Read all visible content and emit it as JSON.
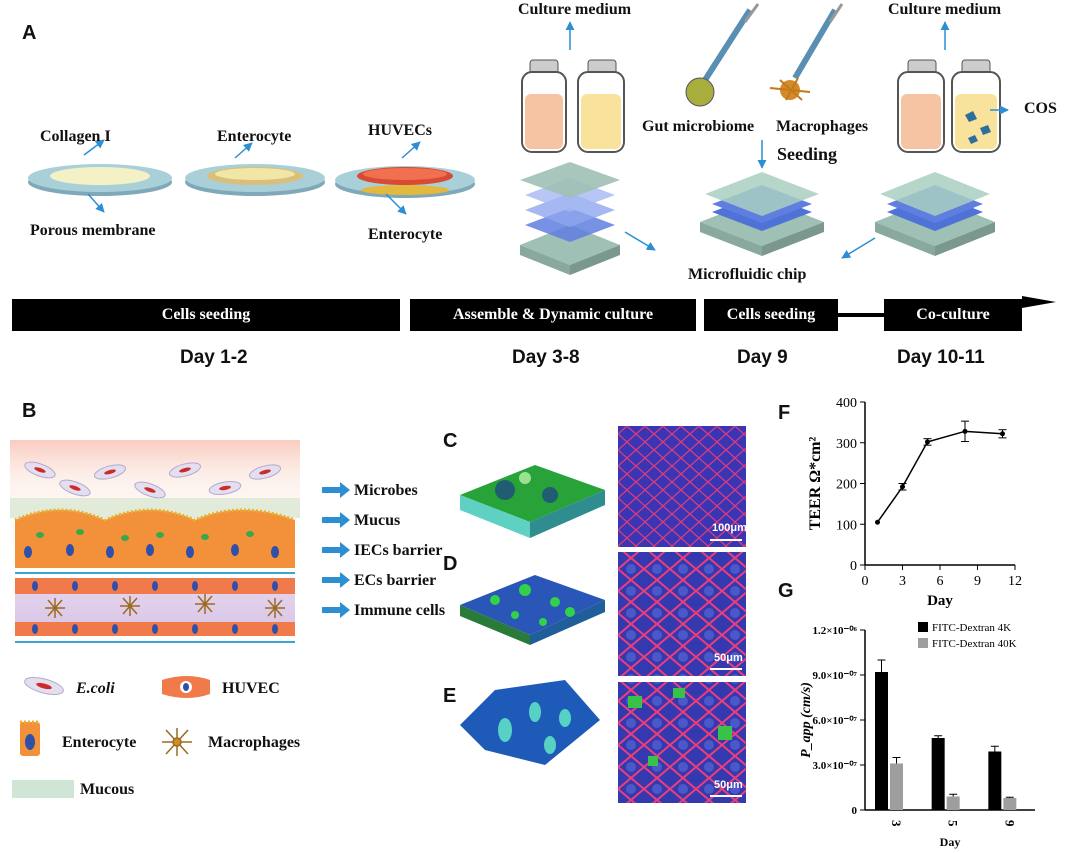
{
  "panelA": {
    "letter": "A",
    "labels": {
      "collagen": "Collagen I",
      "porous": "Porous membrane",
      "enterocyte1": "Enterocyte",
      "huvecs": "HUVECs",
      "enterocyte2": "Enterocyte",
      "culture1": "Culture medium",
      "culture2": "Culture medium",
      "gut": "Gut microbiome",
      "macrophages": "Macrophages",
      "seeding": "Seeding",
      "cos": "COS",
      "chip": "Microfluidic chip"
    },
    "timeline": [
      "Cells seeding",
      "Assemble & Dynamic culture",
      "Cells seeding",
      "Co-culture"
    ],
    "days": [
      "Day 1-2",
      "Day 3-8",
      "Day 9",
      "Day 10-11"
    ]
  },
  "panelB": {
    "letter": "B",
    "layers": [
      "Microbes",
      "Mucus",
      "IECs barrier",
      "ECs barrier",
      "Immune cells"
    ],
    "legend": {
      "ecoli": "E.coli",
      "huvec": "HUVEC",
      "enterocyte": "Enterocyte",
      "macrophages": "Macrophages",
      "mucous": "Mucous"
    }
  },
  "panelCDE": {
    "letters": [
      "C",
      "D",
      "E"
    ],
    "scales": [
      "100μm",
      "50μm",
      "50μm"
    ]
  },
  "panelF": {
    "letter": "F",
    "chart_data": {
      "type": "line",
      "x": [
        1,
        3,
        5,
        8,
        11
      ],
      "y": [
        105,
        192,
        302,
        328,
        322
      ],
      "err": [
        0,
        8,
        8,
        25,
        10
      ],
      "xlabel": "Day",
      "ylabel": "TEER Ω*cm²",
      "xlim": [
        0,
        12
      ],
      "ylim": [
        0,
        400
      ],
      "xticks": [
        0,
        3,
        6,
        9,
        12
      ],
      "yticks": [
        0,
        100,
        200,
        300,
        400
      ]
    }
  },
  "panelG": {
    "letter": "G",
    "chart_data": {
      "type": "bar",
      "categories": [
        "3",
        "5",
        "9"
      ],
      "series": [
        {
          "name": "FITC-Dextran 4K",
          "values": [
            9.2e-07,
            4.8e-07,
            3.9e-07
          ],
          "err": [
            8e-08,
            1.5e-08,
            3.5e-08
          ],
          "color": "#000000"
        },
        {
          "name": "FITC-Dextran 40K",
          "values": [
            3.1e-07,
            9e-08,
            8e-08
          ],
          "err": [
            4e-08,
            1.5e-08,
            5e-09
          ],
          "color": "#9e9e9e"
        }
      ],
      "xlabel": "Day",
      "ylabel": "P_app (cm/s)",
      "ylim": [
        0,
        1.2e-06
      ],
      "ytick_labels": [
        "0",
        "3.0×10⁻⁰⁷",
        "6.0×10⁻⁰⁷",
        "9.0×10⁻⁰⁷",
        "1.2×10⁻⁰⁶"
      ]
    }
  }
}
